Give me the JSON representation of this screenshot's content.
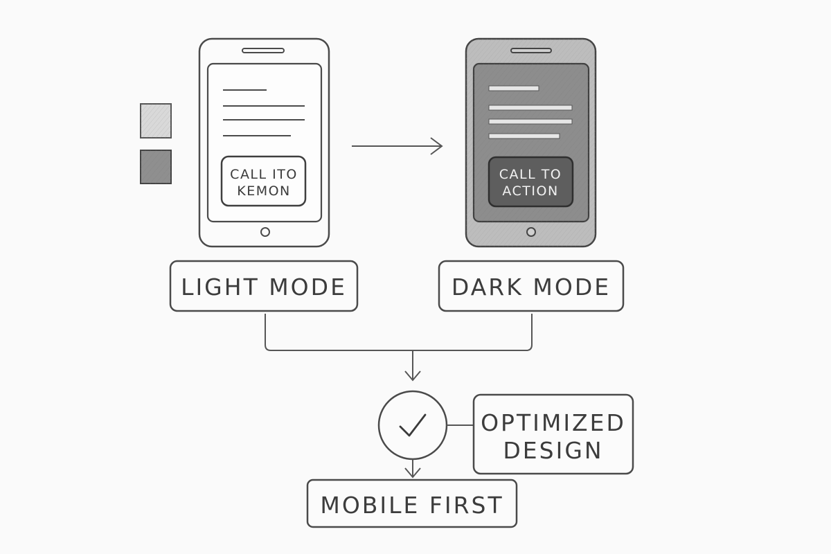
{
  "diagram": {
    "light_phone": {
      "cta_line1": "CALL ITO",
      "cta_line2": "KEMON"
    },
    "dark_phone": {
      "cta_line1": "CALL TO",
      "cta_line2": "ACTION"
    },
    "labels": {
      "light_mode": "LIGHT MODE",
      "dark_mode": "DARK MODE",
      "optimized_line1": "OPTIMIZED",
      "optimized_line2": "DESIGN",
      "mobile_first": "MOBILE FIRST"
    },
    "icons": {
      "check": "checkmark-icon",
      "arrow": "arrow-right-icon",
      "swatch_light": "light-swatch",
      "swatch_dark": "dark-swatch"
    },
    "colors": {
      "ink": "#3a3a3a",
      "paper": "#fafafa",
      "light_swatch": "#d6d6d6",
      "dark_swatch": "#8c8c8c",
      "dark_phone_body": "#b9b9b9",
      "dark_phone_screen": "#8a8a8a",
      "dark_cta": "#5e5e5e"
    }
  }
}
